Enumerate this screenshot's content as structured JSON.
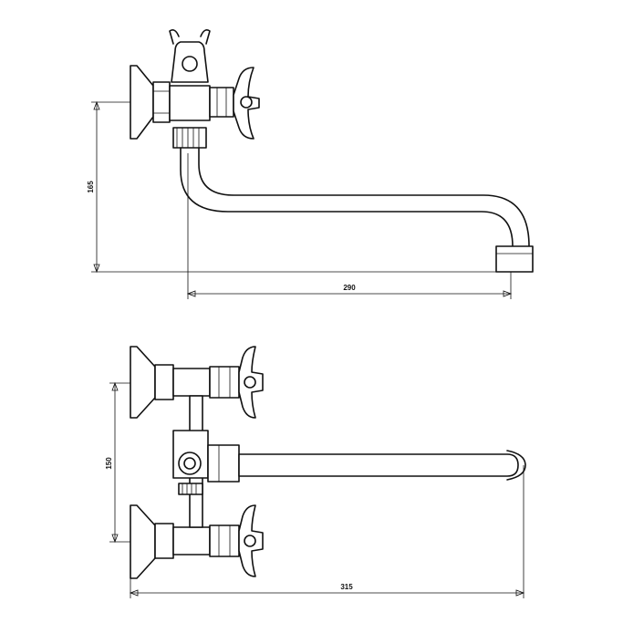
{
  "dimensions": {
    "top_height": "165",
    "top_length": "290",
    "bottom_spacing": "150",
    "bottom_length": "315"
  },
  "colors": {
    "line": "#111111",
    "background": "#ffffff"
  }
}
